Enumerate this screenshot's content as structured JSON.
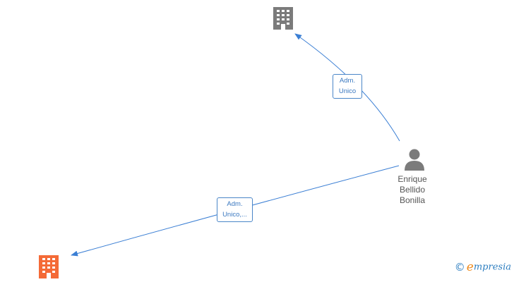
{
  "colors": {
    "edge": "#3b7fd4",
    "company_default": "#7b7b7b",
    "company_highlight": "#f46a37",
    "person": "#7b7b7b",
    "brand_blue": "#2d7ec0",
    "brand_orange": "#f08a1c"
  },
  "nodes": {
    "company_top": {
      "icon": "building-icon"
    },
    "company_bottom": {
      "icon": "building-icon"
    },
    "person": {
      "icon": "person-icon",
      "name_lines": [
        "Enrique",
        "Bellido",
        "Bonilla"
      ]
    }
  },
  "edges": [
    {
      "from": "person",
      "to": "company_top",
      "label_lines": [
        "Adm.",
        "Unico"
      ]
    },
    {
      "from": "person",
      "to": "company_bottom",
      "label_lines": [
        "Adm.",
        "Unico,..."
      ]
    }
  ],
  "brand": {
    "copyright": "©",
    "first_letter": "e",
    "rest": "mpresia"
  }
}
